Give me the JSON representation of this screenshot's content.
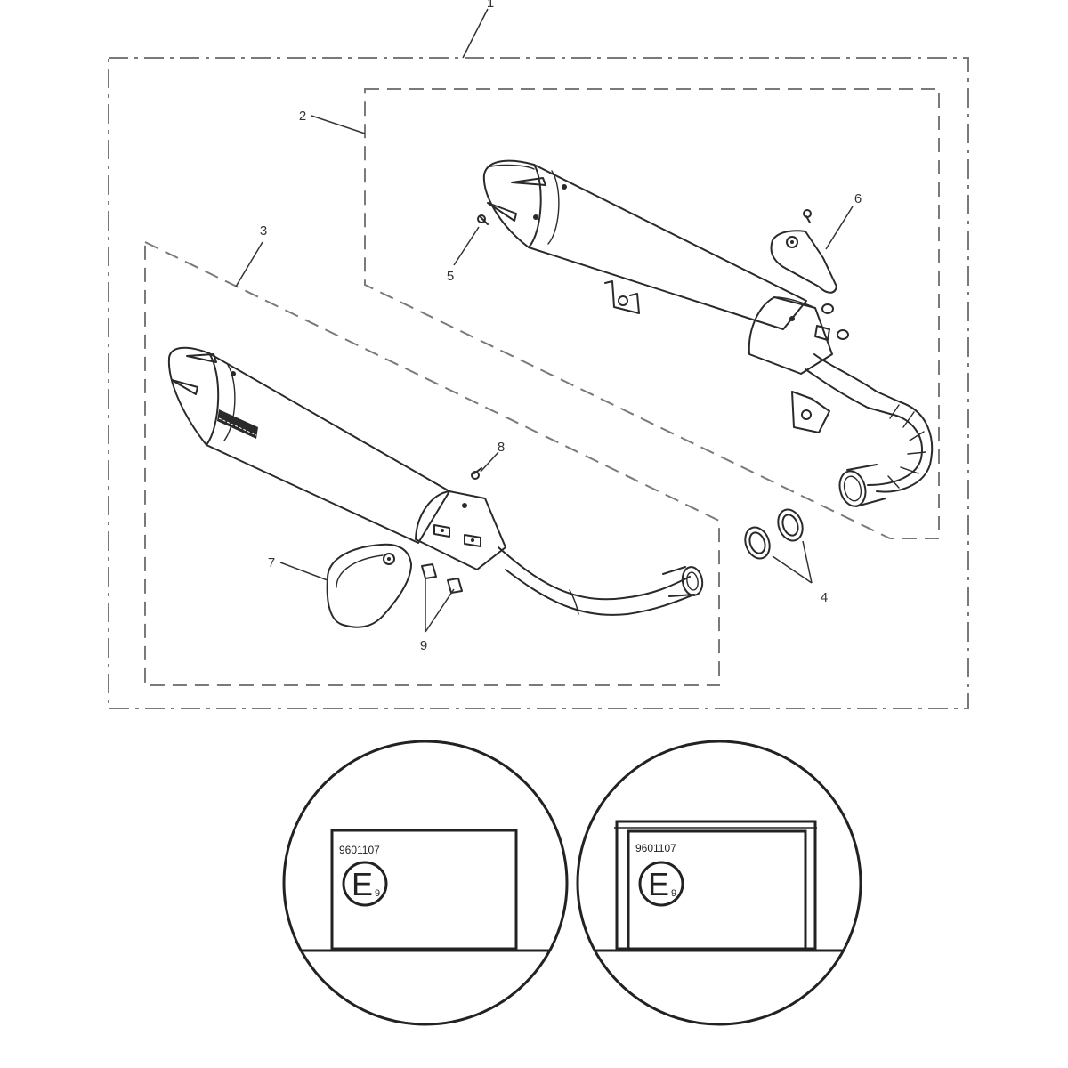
{
  "callouts": {
    "c1": "1",
    "c2": "2",
    "c3": "3",
    "c4": "4",
    "c5": "5",
    "c6": "6",
    "c7": "7",
    "c8": "8",
    "c9": "9"
  },
  "detail_left": {
    "plate_number": "9601107",
    "mark_letter": "E",
    "mark_sub": "9"
  },
  "detail_right": {
    "plate_number": "9601107",
    "mark_letter": "E",
    "mark_sub": "9"
  }
}
